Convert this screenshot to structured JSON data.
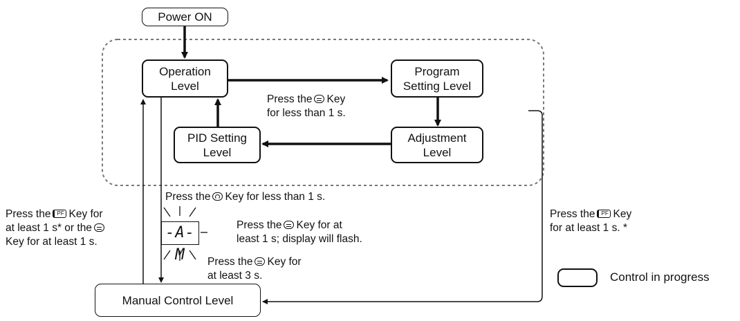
{
  "boxes": {
    "power_on": "Power ON",
    "operation": "Operation\nLevel",
    "program": "Program\nSetting Level",
    "adjustment": "Adjustment\nLevel",
    "pid": "PID Setting\nLevel",
    "manual": "Manual Control Level"
  },
  "labels": {
    "center_line1": "Press the",
    "center_line1_tail": "Key",
    "center_line2": "for less than 1 s.",
    "rotate_head": "Press the",
    "rotate_tail": "Key for less than 1 s.",
    "left_line1_head": "Press the",
    "left_line1_tail": "Key  for",
    "left_line2_head": "at least 1 s* or the",
    "left_line3": "Key for at least 1 s.",
    "flash_line1_head": "Press the",
    "flash_line1_tail": "Key for at",
    "flash_line2": "least 1 s; display will flash.",
    "three_line1_head": "Press the",
    "three_line1_tail": "Key for",
    "three_line2": "at least 3 s.",
    "right_line1_head": "Press the",
    "right_line1_tail": "Key",
    "right_line2": "for at least 1 s. *"
  },
  "display_text": "-A-M",
  "legend": {
    "label": "Control in progress"
  },
  "icons": [
    "mode-key-icon",
    "rotate-key-icon",
    "pf-key-icon",
    "display-panel-icon"
  ]
}
